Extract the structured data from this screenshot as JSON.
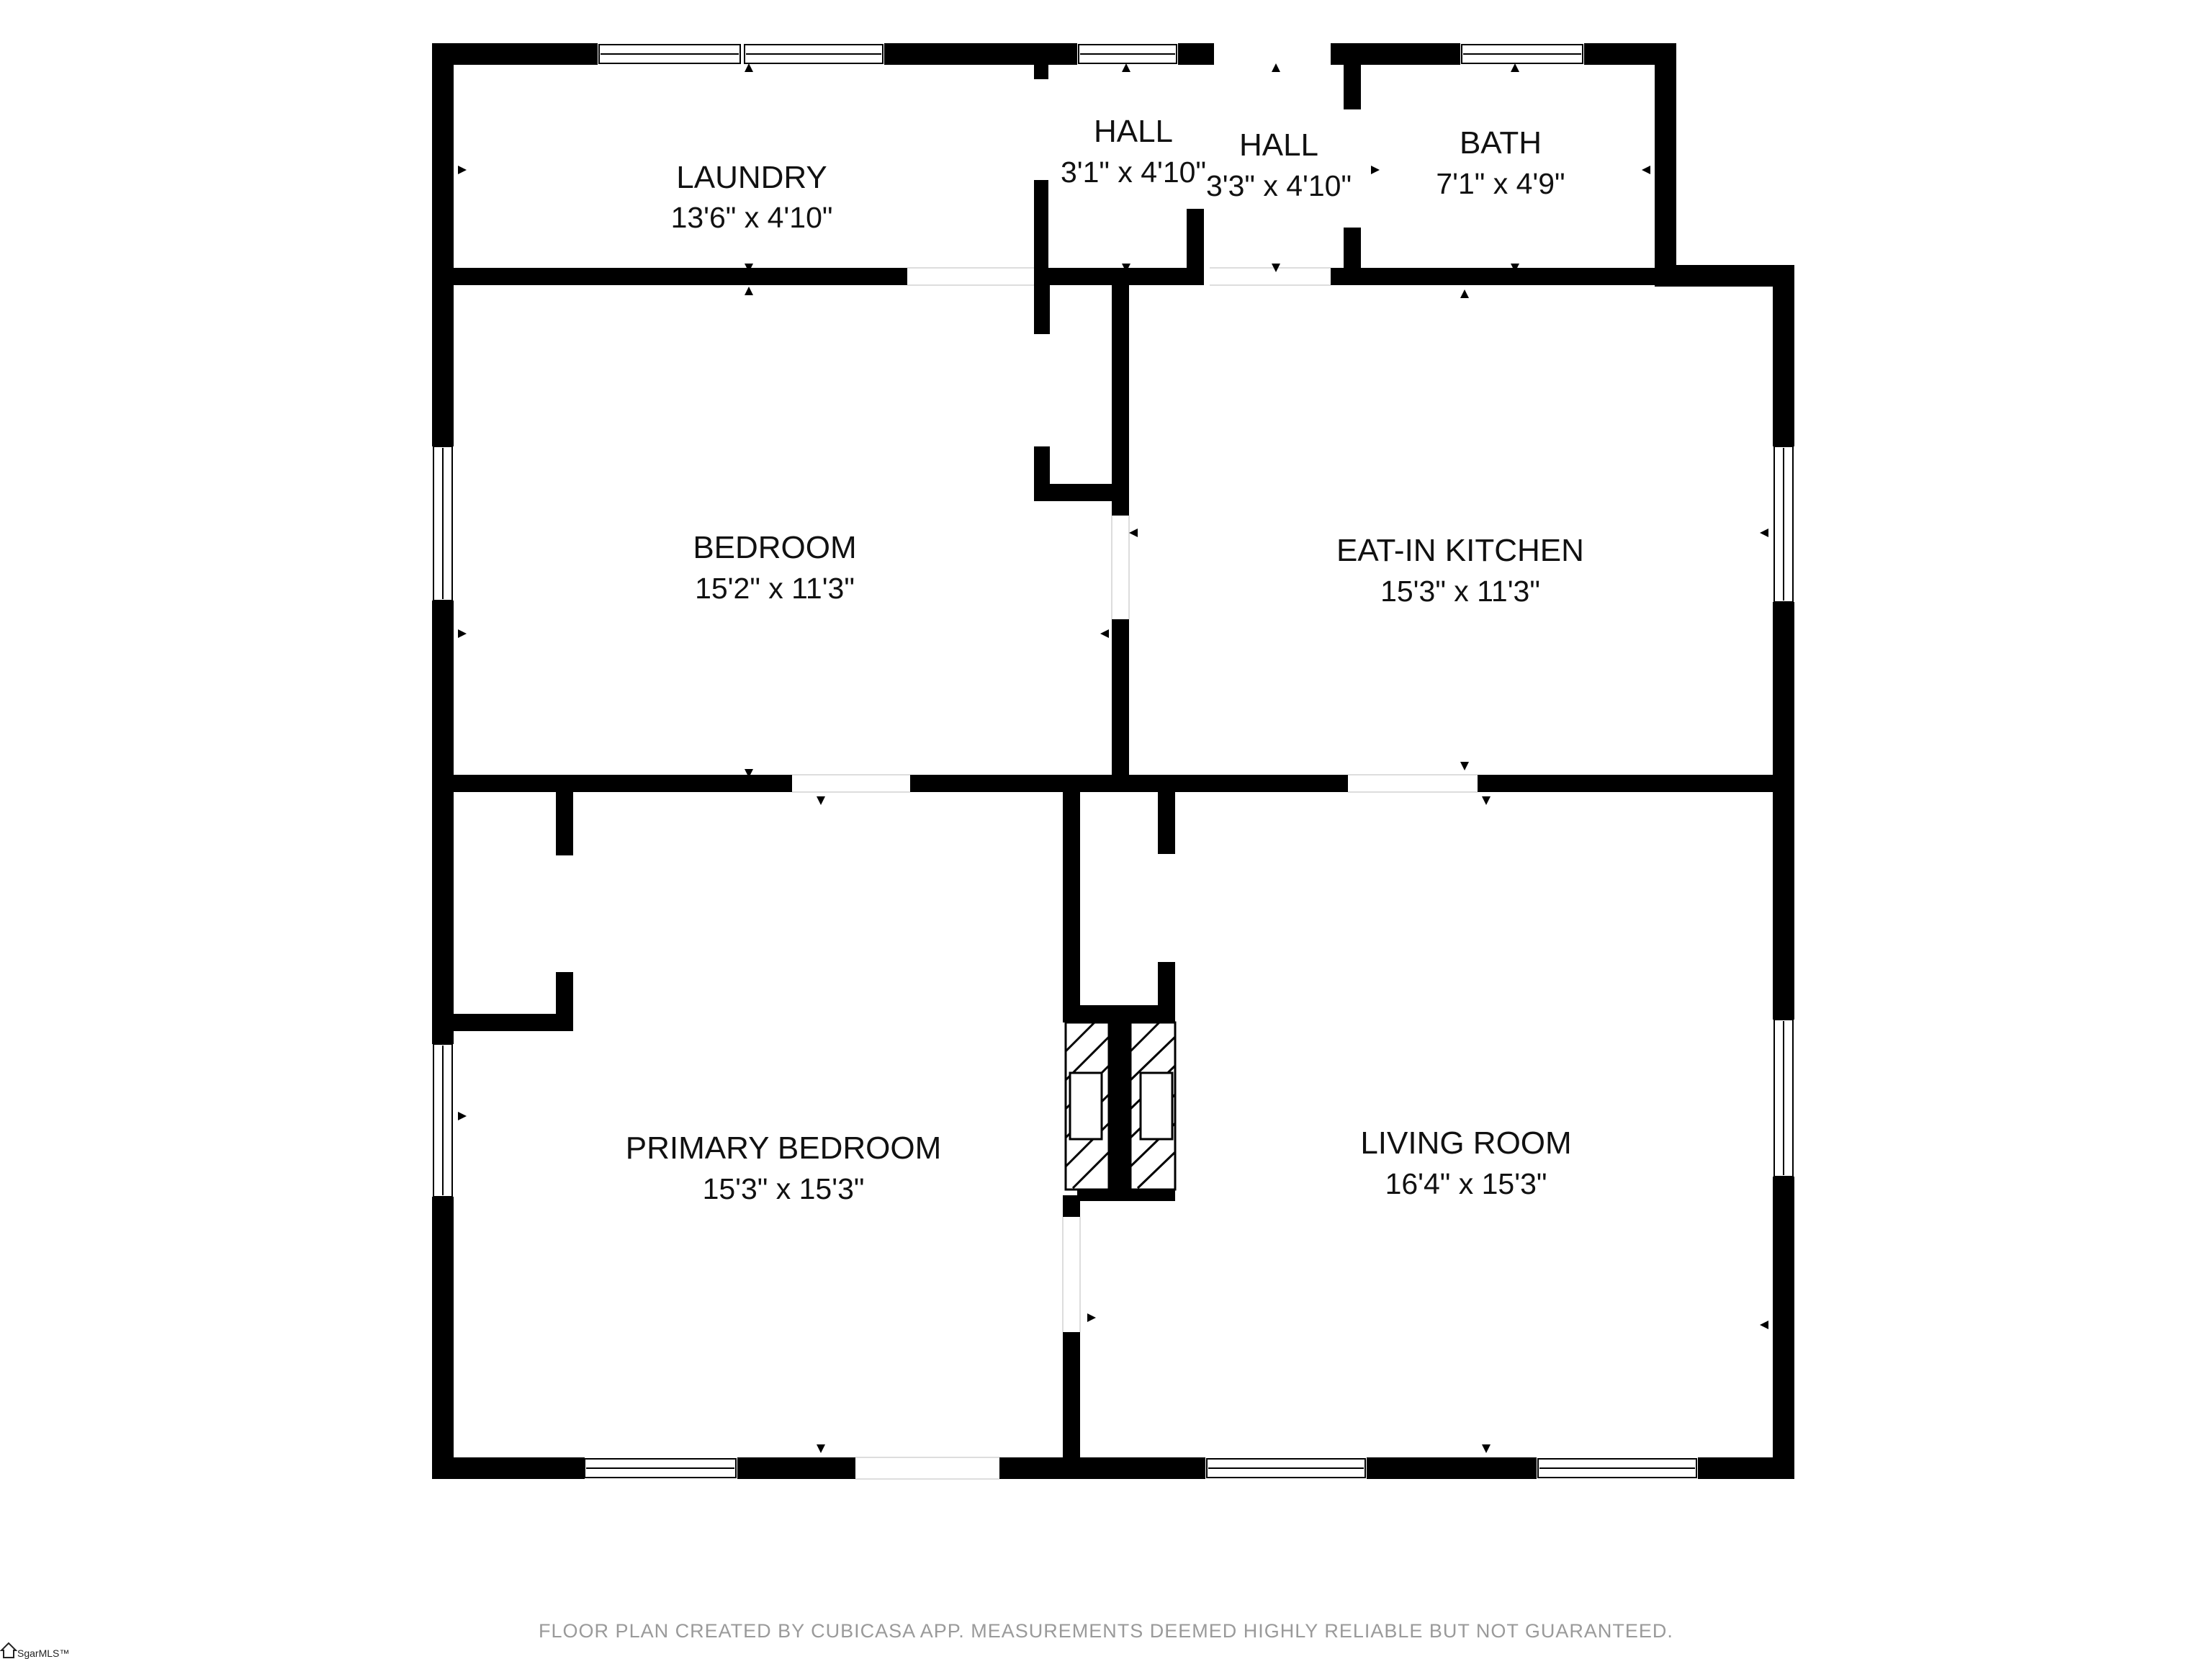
{
  "rooms": [
    {
      "key": "laundry",
      "name": "LAUNDRY",
      "dims": "13'6\" x 4'10\""
    },
    {
      "key": "hall-1",
      "name": "HALL",
      "dims": "3'1\" x 4'10\""
    },
    {
      "key": "hall-2",
      "name": "HALL",
      "dims": "3'3\" x 4'10\""
    },
    {
      "key": "bath",
      "name": "BATH",
      "dims": "7'1\" x 4'9\""
    },
    {
      "key": "bedroom",
      "name": "BEDROOM",
      "dims": "15'2\" x 11'3\""
    },
    {
      "key": "eat-in-kitchen",
      "name": "EAT-IN KITCHEN",
      "dims": "15'3\" x 11'3\""
    },
    {
      "key": "primary-bedroom",
      "name": "PRIMARY BEDROOM",
      "dims": "15'3\" x 15'3\""
    },
    {
      "key": "living-room",
      "name": "LIVING ROOM",
      "dims": "16'4\" x 15'3\""
    }
  ],
  "footer": {
    "note": "FLOOR PLAN CREATED BY CUBICASA APP. MEASUREMENTS DEEMED HIGHLY RELIABLE BUT NOT GUARANTEED."
  },
  "logo": {
    "text": "SgarMLS™"
  }
}
